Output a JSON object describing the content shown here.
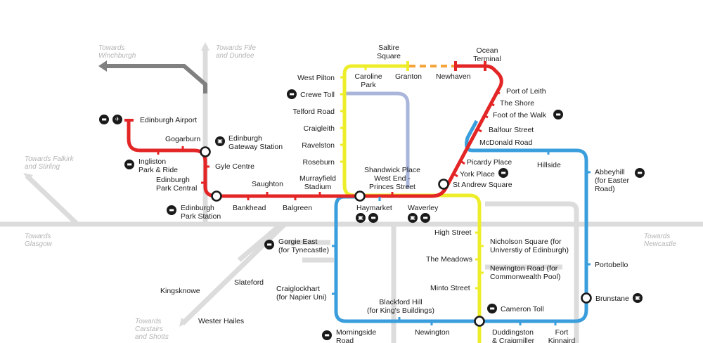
{
  "line_colors": {
    "red": "#e32526",
    "yellow": "#eded2a",
    "blue": "#3a9edc",
    "lavender": "#aab5dc",
    "grey": "#dcdcdc",
    "dark_grey": "#808080",
    "orange": "#f5a53a"
  },
  "directions": {
    "winchburgh": "Towards\nWinchburgh",
    "fife": "Towards Fife\nand Dundee",
    "falkirk": "Towards Falkirk\nand Stirling",
    "glasgow": "Towards\nGlasgow",
    "newcastle": "Towards\nNewcastle",
    "carstairs": "Towards\nCarstairs\nand Shotts"
  },
  "stations": {
    "saltire_square": "Saltire\nSquare",
    "ocean_terminal": "Ocean\nTerminal",
    "west_pilton": "West Pilton",
    "caroline_park": "Caroline\nPark",
    "granton": "Granton",
    "newhaven": "Newhaven",
    "crewe_toll": "Crewe Toll",
    "port_of_leith": "Port of Leith",
    "the_shore": "The Shore",
    "foot_of_the_walk": "Foot of the Walk",
    "telford_road": "Telford Road",
    "balfour_street": "Balfour Street",
    "craigleith": "Craigleith",
    "edinburgh_airport": "Edinburgh Airport",
    "mcdonald_road": "McDonald Road",
    "gogarburn": "Gogarburn",
    "edinburgh_gateway": "Edinburgh\nGateway Station",
    "ravelston": "Ravelston",
    "ingliston": "Ingliston\nPark & Ride",
    "roseburn": "Roseburn",
    "picardy_place": "Picardy Place",
    "hillside": "Hillside",
    "gyle_centre": "Gyle Centre",
    "shandwick_place": "Shandwick Place",
    "west_end": "West End -\nPrinces Street",
    "york_place": "York Place",
    "abbeyhill": "Abbeyhill\n(for Easter\nRoad)",
    "edinburgh_park_central": "Edinburgh\nPark Central",
    "saughton": "Saughton",
    "murrayfield": "Murrayfield\nStadium",
    "st_andrew_square": "St Andrew Square",
    "bankhead": "Bankhead",
    "balgreen": "Balgreen",
    "haymarket": "Haymarket",
    "waverley": "Waverley",
    "edinburgh_park_station": "Edinburgh\nPark Station",
    "high_street": "High Street",
    "gorgie_east": "Gorgie East\n(for Tynecastle)",
    "nicholson_square": "Nicholson Square (for\nUniverstiy of Edinburgh)",
    "the_meadows": "The Meadows",
    "portobello": "Portobello",
    "newington_road": "Newington Road (for\nCommonwealth Pool)",
    "slateford": "Slateford",
    "kingsknowe": "Kingsknowe",
    "minto_street": "Minto Street",
    "craiglockhart": "Craiglockhart\n(for Napier Uni)",
    "brunstane": "Brunstane",
    "blackford_hill": "Blackford Hill\n(for King's Buildings)",
    "cameron_toll": "Cameron Toll",
    "wester_hailes": "Wester Hailes",
    "morningside_road": "Morningside\nRoad",
    "newington": "Newington",
    "duddingston": "Duddingston\n& Craigmiller",
    "fort_kinnaird": "Fort\nKinnaird"
  },
  "icons": {
    "bus": "bus-icon",
    "plane": "plane-icon",
    "train": "train-icon"
  }
}
